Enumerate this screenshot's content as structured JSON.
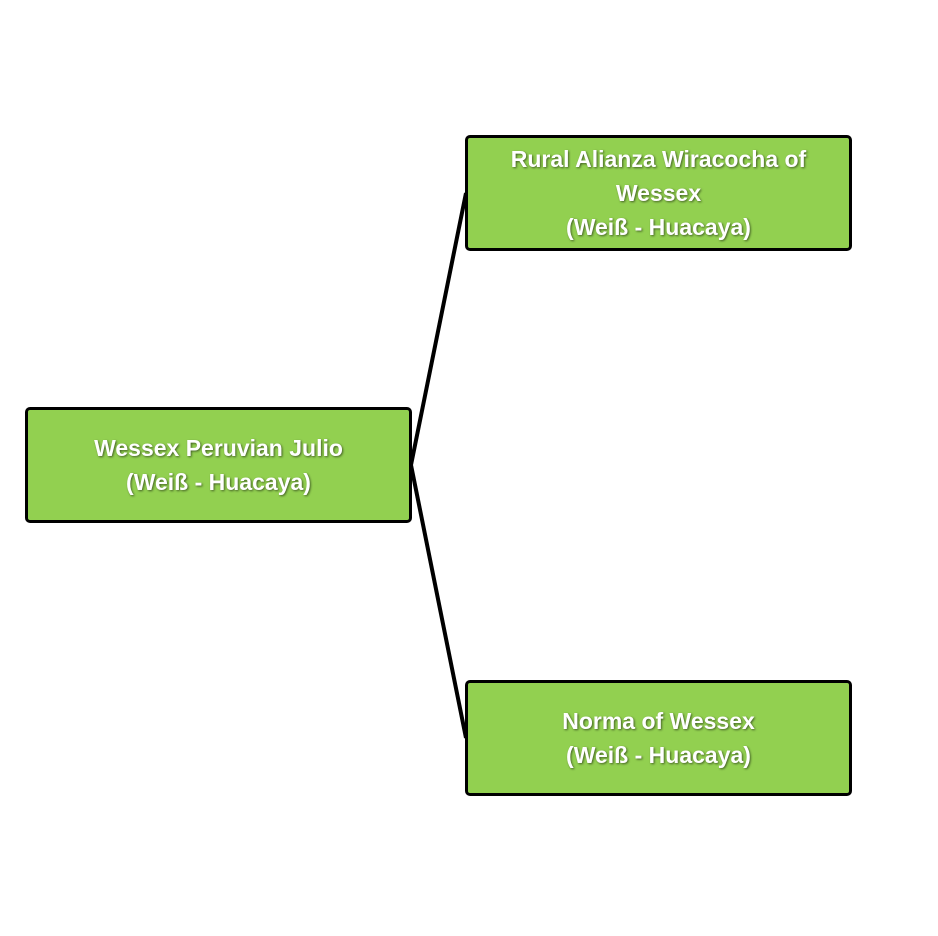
{
  "colors": {
    "node_fill": "#92d050",
    "node_border": "#000000",
    "node_text": "#ffffff",
    "connector": "#000000"
  },
  "nodes": {
    "root": {
      "name": "Wessex Peruvian Julio",
      "detail": "(Weiß - Huacaya)"
    },
    "sire": {
      "name": "Rural Alianza Wiracocha of Wessex",
      "detail": "(Weiß - Huacaya)"
    },
    "dam": {
      "name": "Norma of Wessex",
      "detail": "(Weiß - Huacaya)"
    }
  }
}
